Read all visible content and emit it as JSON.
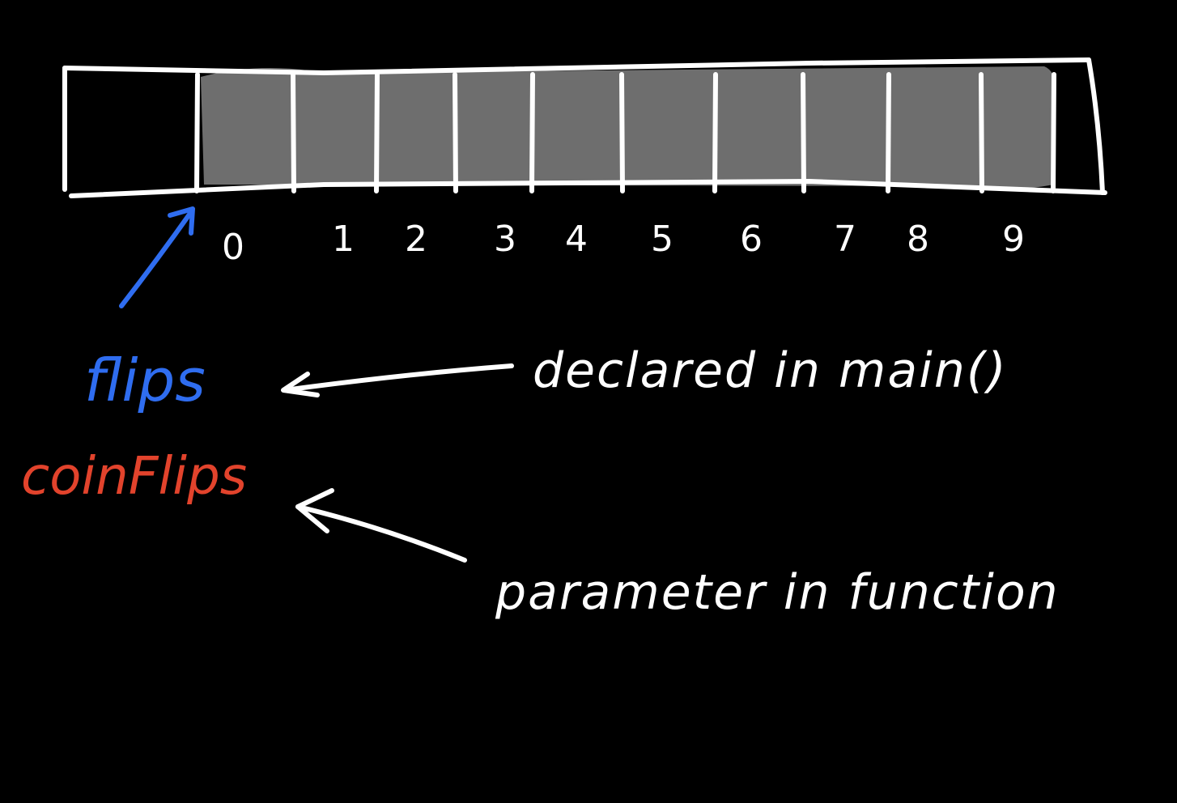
{
  "colors": {
    "background": "#000000",
    "stroke": "#ffffff",
    "array_fill": "#6e6e6e",
    "flips": "#2f6df0",
    "coin_flips": "#e2432c"
  },
  "array": {
    "indices": [
      "0",
      "1",
      "2",
      "3",
      "4",
      "5",
      "6",
      "7",
      "8",
      "9"
    ]
  },
  "labels": {
    "flips": "flips",
    "coin_flips": "coinFlips",
    "declared_note": "declared in main()",
    "parameter_note": "parameter in function"
  }
}
